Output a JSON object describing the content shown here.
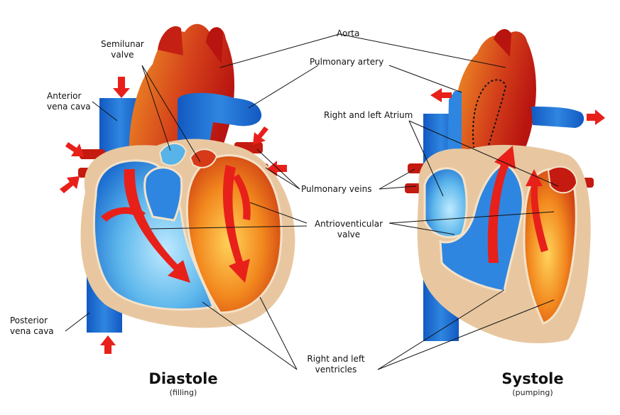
{
  "labels": {
    "semilunar_valve": "Semilunar\nvalve",
    "aorta": "Aorta",
    "pulmonary_artery": "Pulmonary artery",
    "anterior_vena_cava": "Anterior\nvena cava",
    "right_left_atrium": "Right and left Atrium",
    "pulmonary_veins": "Pulmonary veins",
    "antrioventicular_valve": "Antrioventicular\nvalve",
    "posterior_vena_cava": "Posterior\nvena cava",
    "right_left_ventricles": "Right and left\nventricles"
  },
  "diastole": {
    "title": "Diastole",
    "subtitle": "(filling)"
  },
  "systole": {
    "title": "Systole",
    "subtitle": "(pumping)"
  },
  "colors": {
    "deoxygenated_blue": "#1a6fd0",
    "light_blue": "#6fc6f2",
    "oxygenated_red": "#c41a10",
    "orange": "#f08a1c",
    "tissue_tan": "#e8c7a0",
    "arrow_red": "#e8201a"
  }
}
